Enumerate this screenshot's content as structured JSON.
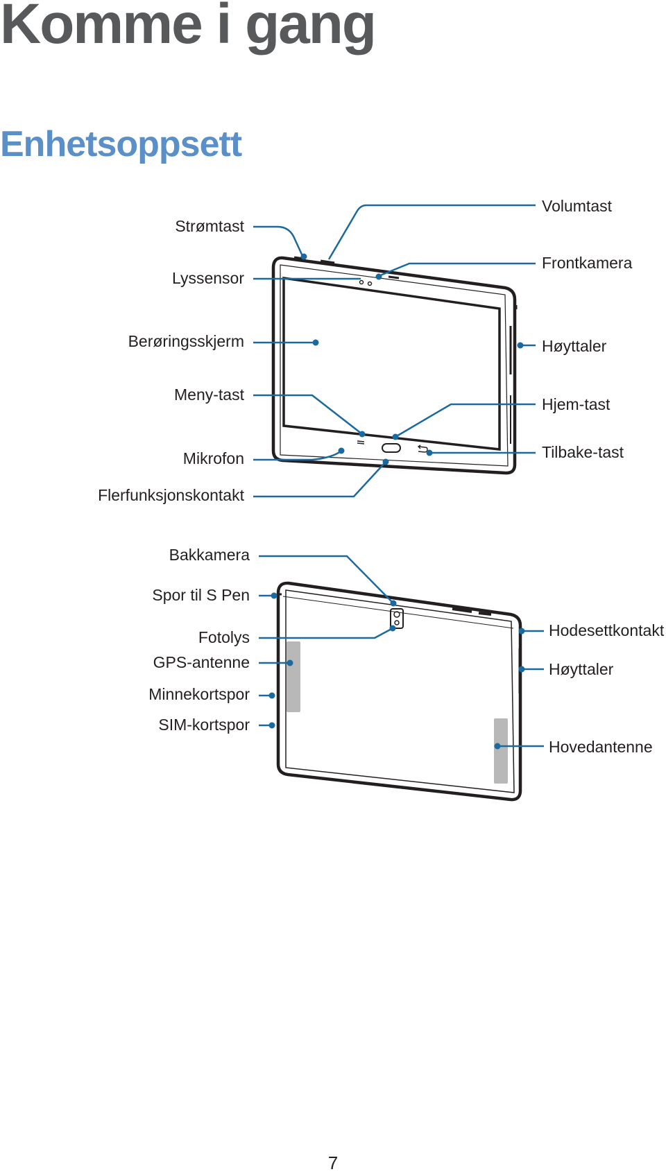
{
  "header": {
    "title": "Komme i gang",
    "section": "Enhetsoppsett"
  },
  "front_labels": {
    "stromtast": "Strømtast",
    "lyssensor": "Lyssensor",
    "beroringsskjerm": "Berøringsskjerm",
    "meny_tast": "Meny-tast",
    "mikrofon": "Mikrofon",
    "flerfunksjonskontakt": "Flerfunksjonskontakt",
    "volumtast": "Volumtast",
    "frontkamera": "Frontkamera",
    "hoyttaler": "Høyttaler",
    "hjem_tast": "Hjem-tast",
    "tilbake_tast": "Tilbake-tast"
  },
  "back_labels": {
    "bakkamera": "Bakkamera",
    "spor_s_pen": "Spor til S Pen",
    "fotolys": "Fotolys",
    "gps_antenne": "GPS-antenne",
    "minnekortspor": "Minnekortspor",
    "sim_kortspor": "SIM-kortspor",
    "hodesettkontakt": "Hodesettkontakt",
    "hoyttaler": "Høyttaler",
    "hovedantenne": "Hovedantenne"
  },
  "footer": {
    "page_number": "7"
  },
  "colors": {
    "title": "#58595b",
    "section": "#5b8fc8",
    "callout": "#1a6aa0",
    "outline": "#231f20",
    "antenna_fill": "#b8b8b8"
  }
}
